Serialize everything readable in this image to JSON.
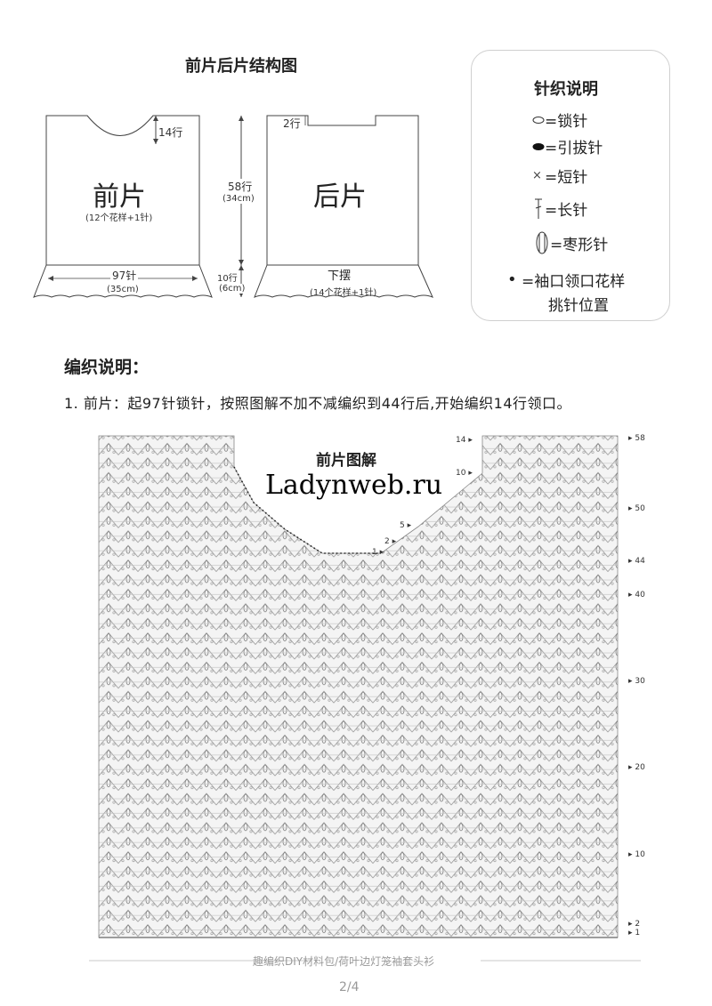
{
  "diagram": {
    "title": "前片后片结构图",
    "front": {
      "name": "前片",
      "note": "(12个花样+1针)",
      "neck_rows": "14行",
      "width_stitches": "97针",
      "width_cm": "(35cm)"
    },
    "middle": {
      "body_rows": "58行",
      "body_cm": "(34cm)",
      "hem_rows": "10行",
      "hem_cm": "(6cm)"
    },
    "back": {
      "name": "后片",
      "neck_rows": "2行",
      "hem_label": "下摆",
      "hem_note": "(14个花样+1针)"
    }
  },
  "legend": {
    "title": "针织说明",
    "items": [
      {
        "icon": "chain-stitch-icon",
        "text": "=锁针"
      },
      {
        "icon": "slip-stitch-icon",
        "text": "=引拔针"
      },
      {
        "icon": "single-crochet-icon",
        "text": "=短针"
      },
      {
        "icon": "double-crochet-icon",
        "text": "=长针"
      },
      {
        "icon": "puff-stitch-icon",
        "text": "=枣形针"
      }
    ],
    "pickup": {
      "line1": "=袖口领口花样",
      "line2": "挑针位置"
    }
  },
  "instructions": {
    "heading": "编织说明：",
    "step1": "1. 前片：起97针锁针，按照图解不加不减编织到44行后,开始编织14行领口。"
  },
  "chart": {
    "title": "前片图解",
    "watermark": "Ladynweb.ru",
    "right_rows": [
      "58",
      "50",
      "44",
      "40",
      "30",
      "20",
      "10",
      "2",
      "1"
    ],
    "neck_rows": [
      "14",
      "10",
      "5",
      "2",
      "1"
    ]
  },
  "footer": {
    "text": "趣编织DIY材料包/荷叶边灯笼袖套头衫",
    "page": "2/4"
  }
}
